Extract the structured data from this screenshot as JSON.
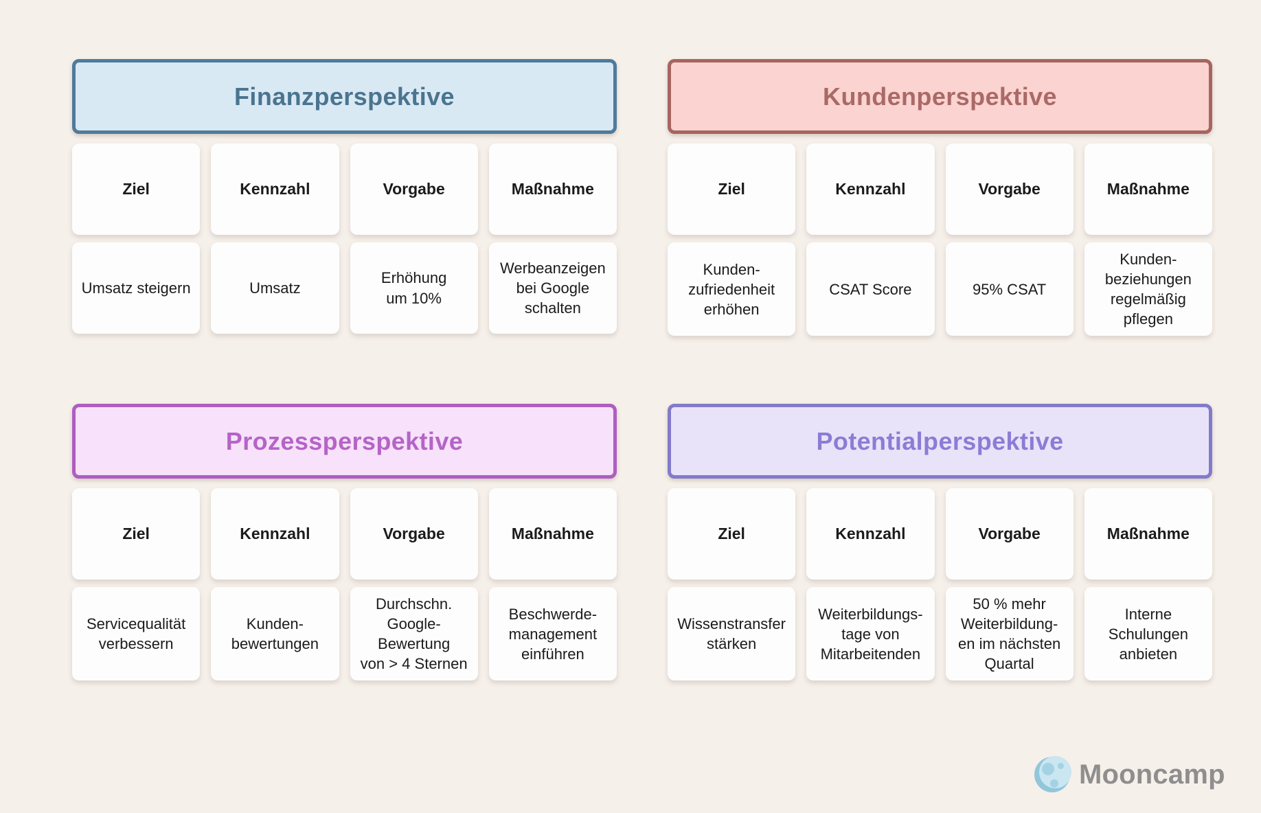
{
  "canvas": {
    "background": "#f6f0ea"
  },
  "quadrants": [
    {
      "id": "finanz",
      "title": "Finanzperspektive",
      "colors": {
        "bg": "#d9e9f3",
        "border": "#4e7b9c",
        "text": "#4a748f"
      },
      "columns": [
        "Ziel",
        "Kennzahl",
        "Vorgabe",
        "Maßnahme"
      ],
      "values": [
        "Umsatz steigern",
        "Umsatz",
        "Erhöhung\num 10%",
        "Werbeanzeigen\nbei Google\nschalten"
      ]
    },
    {
      "id": "kunden",
      "title": "Kundenperspektive",
      "colors": {
        "bg": "#fbd3d0",
        "border": "#a66560",
        "text": "#a96a67"
      },
      "columns": [
        "Ziel",
        "Kennzahl",
        "Vorgabe",
        "Maßnahme"
      ],
      "values": [
        "Kunden-\nzufriedenheit\nerhöhen",
        "CSAT Score",
        "95% CSAT",
        "Kunden-\nbeziehungen\nregelmäßig\npflegen"
      ]
    },
    {
      "id": "prozess",
      "title": "Prozessperspektive",
      "colors": {
        "bg": "#f8e1fa",
        "border": "#ae5dc2",
        "text": "#b464c7"
      },
      "columns": [
        "Ziel",
        "Kennzahl",
        "Vorgabe",
        "Maßnahme"
      ],
      "values": [
        "Servicequalität\nverbessern",
        "Kunden-\nbewertungen",
        "Durchschn.\nGoogle-\nBewertung\nvon > 4 Sternen",
        "Beschwerde-\nmanagement\neinführen"
      ]
    },
    {
      "id": "potential",
      "title": "Potentialperspektive",
      "colors": {
        "bg": "#e9e3f9",
        "border": "#837bc9",
        "text": "#8c7cd5"
      },
      "columns": [
        "Ziel",
        "Kennzahl",
        "Vorgabe",
        "Maßnahme"
      ],
      "values": [
        "Wissenstransfer\nstärken",
        "Weiterbildungs-\ntage von\nMitarbeitenden",
        "50 % mehr\nWeiterbildung-\nen im nächsten\nQuartal",
        "Interne\nSchulungen\nanbieten"
      ]
    }
  ],
  "branding": {
    "logo_text": "Mooncamp",
    "logo_text_color": "#8e8e8e",
    "logo_icon": "moon-icon",
    "moon_colors": {
      "body": "#c9e6f1",
      "crescent": "#92c6da",
      "crater": "#a5d2e3"
    }
  }
}
